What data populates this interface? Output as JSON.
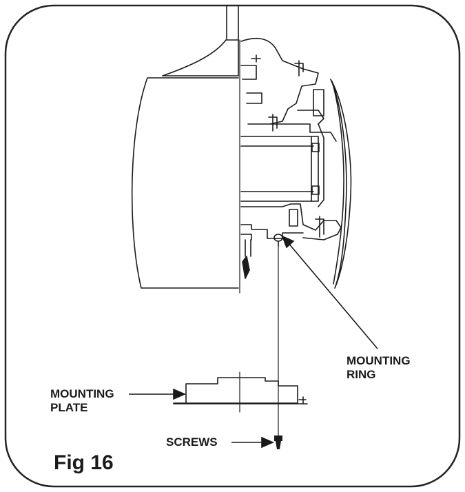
{
  "labels": {
    "mounting_ring": "MOUNTING\nRING",
    "mounting_plate": "MOUNTING\nPLATE",
    "screws": "SCREWS",
    "figure": "Fig 16"
  }
}
